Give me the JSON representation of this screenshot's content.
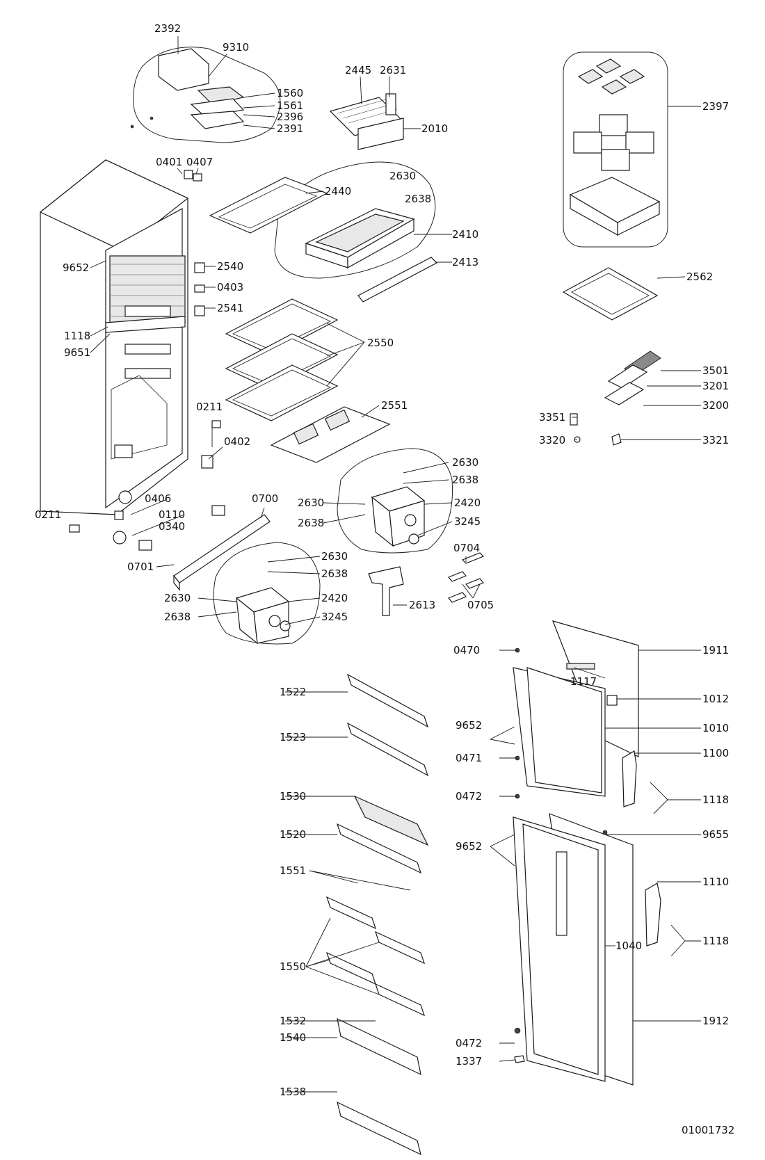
{
  "drawing_number": "01001732",
  "callouts": [
    {
      "id": "c2392",
      "text": "2392"
    },
    {
      "id": "c9310",
      "text": "9310"
    },
    {
      "id": "c1560",
      "text": "1560"
    },
    {
      "id": "c1561",
      "text": "1561"
    },
    {
      "id": "c2396",
      "text": "2396"
    },
    {
      "id": "c2391",
      "text": "2391"
    },
    {
      "id": "c2445",
      "text": "2445"
    },
    {
      "id": "c2631",
      "text": "2631"
    },
    {
      "id": "c2010",
      "text": "2010"
    },
    {
      "id": "c2397",
      "text": "2397"
    },
    {
      "id": "c0401",
      "text": "0401"
    },
    {
      "id": "c0407",
      "text": "0407"
    },
    {
      "id": "c2440",
      "text": "2440"
    },
    {
      "id": "c2630a",
      "text": "2630"
    },
    {
      "id": "c2638a",
      "text": "2638"
    },
    {
      "id": "c2410",
      "text": "2410"
    },
    {
      "id": "c9652a",
      "text": "9652"
    },
    {
      "id": "c2540",
      "text": "2540"
    },
    {
      "id": "c2413",
      "text": "2413"
    },
    {
      "id": "c0403",
      "text": "0403"
    },
    {
      "id": "c2562",
      "text": "2562"
    },
    {
      "id": "c2541",
      "text": "2541"
    },
    {
      "id": "c1118a",
      "text": "1118"
    },
    {
      "id": "c9651",
      "text": "9651"
    },
    {
      "id": "c2550",
      "text": "2550"
    },
    {
      "id": "c3501",
      "text": "3501"
    },
    {
      "id": "c3201",
      "text": "3201"
    },
    {
      "id": "c0211a",
      "text": "0211"
    },
    {
      "id": "c2551",
      "text": "2551"
    },
    {
      "id": "c3200",
      "text": "3200"
    },
    {
      "id": "c3351",
      "text": "3351"
    },
    {
      "id": "c3320",
      "text": "3320"
    },
    {
      "id": "c3321",
      "text": "3321"
    },
    {
      "id": "c0402",
      "text": "0402"
    },
    {
      "id": "c2630b",
      "text": "2630"
    },
    {
      "id": "c2638b",
      "text": "2638"
    },
    {
      "id": "c0406",
      "text": "0406"
    },
    {
      "id": "c0700",
      "text": "0700"
    },
    {
      "id": "c2630c",
      "text": "2630"
    },
    {
      "id": "c2420a",
      "text": "2420"
    },
    {
      "id": "c0211b",
      "text": "0211"
    },
    {
      "id": "c0110",
      "text": "0110"
    },
    {
      "id": "c2638c",
      "text": "2638"
    },
    {
      "id": "c3245a",
      "text": "3245"
    },
    {
      "id": "c0340",
      "text": "0340"
    },
    {
      "id": "c0704",
      "text": "0704"
    },
    {
      "id": "c2630d",
      "text": "2630"
    },
    {
      "id": "c0701",
      "text": "0701"
    },
    {
      "id": "c2638d",
      "text": "2638"
    },
    {
      "id": "c2630e",
      "text": "2630"
    },
    {
      "id": "c2420b",
      "text": "2420"
    },
    {
      "id": "c2613",
      "text": "2613"
    },
    {
      "id": "c0705",
      "text": "0705"
    },
    {
      "id": "c2638e",
      "text": "2638"
    },
    {
      "id": "c3245b",
      "text": "3245"
    },
    {
      "id": "c0470",
      "text": "0470"
    },
    {
      "id": "c1911",
      "text": "1911"
    },
    {
      "id": "c1117",
      "text": "1117"
    },
    {
      "id": "c1522",
      "text": "1522"
    },
    {
      "id": "c1012",
      "text": "1012"
    },
    {
      "id": "c9652b",
      "text": "9652"
    },
    {
      "id": "c1010",
      "text": "1010"
    },
    {
      "id": "c1523",
      "text": "1523"
    },
    {
      "id": "c1100",
      "text": "1100"
    },
    {
      "id": "c0471",
      "text": "0471"
    },
    {
      "id": "c1530",
      "text": "1530"
    },
    {
      "id": "c0472a",
      "text": "0472"
    },
    {
      "id": "c1118b",
      "text": "1118"
    },
    {
      "id": "c1520",
      "text": "1520"
    },
    {
      "id": "c9655",
      "text": "9655"
    },
    {
      "id": "c9652c",
      "text": "9652"
    },
    {
      "id": "c1551",
      "text": "1551"
    },
    {
      "id": "c1110",
      "text": "1110"
    },
    {
      "id": "c1118c",
      "text": "1118"
    },
    {
      "id": "c1550",
      "text": "1550"
    },
    {
      "id": "c1040",
      "text": "1040"
    },
    {
      "id": "c1532",
      "text": "1532"
    },
    {
      "id": "c1912",
      "text": "1912"
    },
    {
      "id": "c1540",
      "text": "1540"
    },
    {
      "id": "c0472b",
      "text": "0472"
    },
    {
      "id": "c1337",
      "text": "1337"
    },
    {
      "id": "c1538",
      "text": "1538"
    }
  ]
}
